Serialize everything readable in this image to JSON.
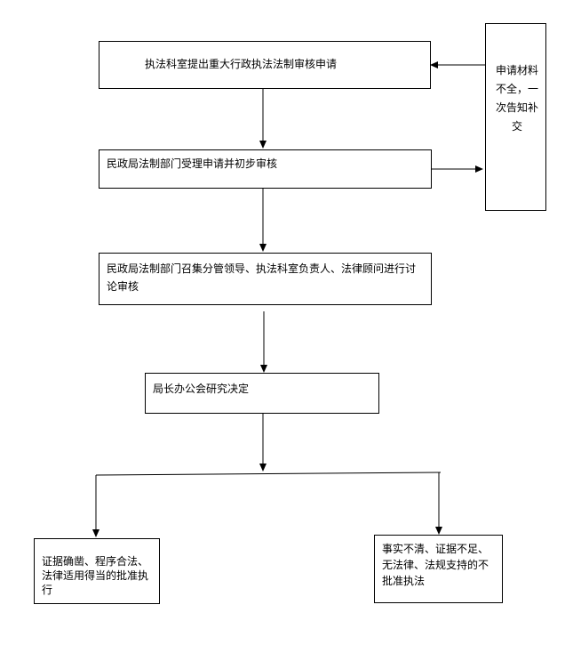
{
  "nodes": {
    "step1": "执法科室提出重大行政执法法制审核申请",
    "step2": "民政局法制部门受理申请并初步审核",
    "step3": "民政局法制部门召集分管领导、执法科室负责人、法律顾问进行讨论审核",
    "step4": "局长办公会研究决定",
    "approve": "证据确凿、程序合法、法律适用得当的批准执行",
    "reject": "事实不清、证据不足、无法律、法规支持的不批准执法",
    "supplement": "申请材料不全，一次告知补交"
  }
}
